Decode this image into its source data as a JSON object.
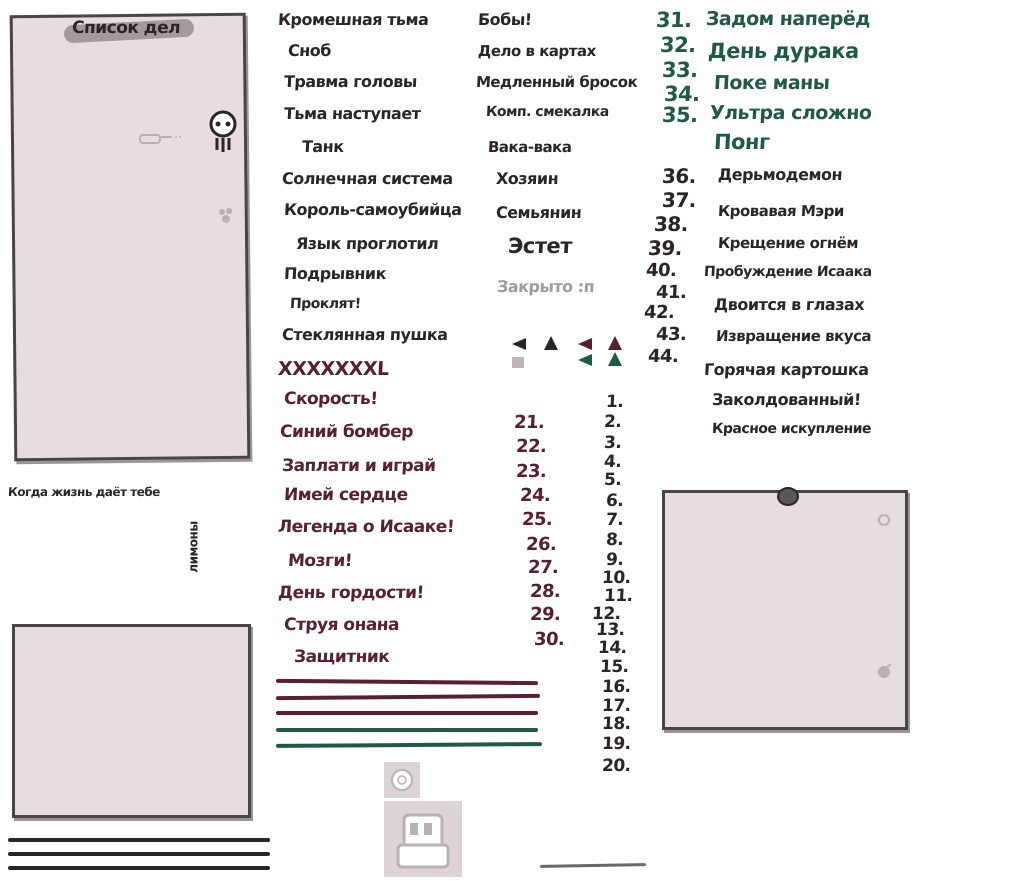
{
  "header": {
    "title": "Список дел"
  },
  "items_col1": [
    "Кромешная тьма",
    "Сноб",
    "Травма головы",
    "Тьма наступает",
    "Танк",
    "Солнечная система",
    "Король-самоубийца",
    "Язык проглотил",
    "Подрывник",
    "Проклят!",
    "Стеклянная пушка"
  ],
  "items_col1b": [
    "XXXXXXXL",
    "Скорость!",
    "Синий бомбер",
    "Заплати и играй",
    "Имей сердце",
    "Легенда о Исааке!",
    "Мозги!",
    "День гордости!",
    "Струя онана",
    "Защитник"
  ],
  "items_col2": [
    "Бобы!",
    "Дело в картах",
    "Медленный бросок",
    "Комп. смекалка",
    "Вака-вака",
    "Хозяин",
    "Семьянин",
    "Эстет"
  ],
  "closed_label": "Закрыто :п",
  "numbers_1_20": [
    "1.",
    "2.",
    "3.",
    "4.",
    "5.",
    "6.",
    "7.",
    "8.",
    "9.",
    "10.",
    "11.",
    "12.",
    "13.",
    "14.",
    "15.",
    "16.",
    "17.",
    "18.",
    "19.",
    "20."
  ],
  "numbers_21_30": [
    "21.",
    "22.",
    "23.",
    "24.",
    "25.",
    "26.",
    "27.",
    "28.",
    "29.",
    "30."
  ],
  "numbers_31_35": [
    "31.",
    "32.",
    "33.",
    "34.",
    "35."
  ],
  "items_green": [
    "Задом наперёд",
    "День дурака",
    "Поке маны",
    "Ультра сложно",
    "Понг"
  ],
  "numbers_36_44": [
    "36.",
    "37.",
    "38.",
    "39.",
    "40.",
    "41.",
    "42.",
    "43.",
    "44."
  ],
  "items_col3": [
    "Дерьмодемон",
    "Кровавая Мэри",
    "Крещение огнём",
    "Пробуждение Исаака",
    "Двоится в глазах",
    "Извращение вкуса",
    "Горячая картошка",
    "Заколдованный!",
    "Красное искупление"
  ],
  "side_text": {
    "life": "Когда жизнь даёт тебе",
    "lemons": "лимоны"
  },
  "colors": {
    "paper": "#e6dde0",
    "ink": "#2c2526",
    "maroon": "#5a2030",
    "green": "#1f5a44"
  }
}
